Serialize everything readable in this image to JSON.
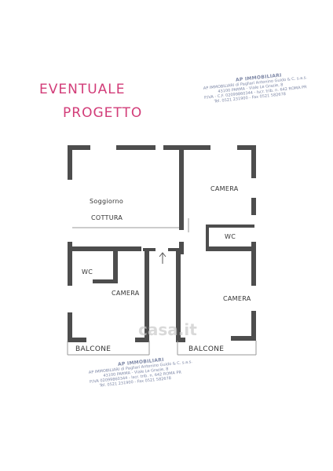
{
  "title": {
    "line1": "EVENTUALE",
    "line2": "PROGETTO",
    "color": "#d23c78"
  },
  "stamp_top": {
    "brand": "AP IMMOBILIARI",
    "line1": "AP IMMOBILIARI di Pagliari Antonino Guido & C. s.a.s.",
    "line2": "43100 PARMA - Viale Le Grazie, 8",
    "line3": "P.IVA - C.F. 02099860344 - Iscr. trib. n. 642 ROMA PR",
    "line4": "Tel. 0521 231900 - Fax 0521 582678"
  },
  "stamp_bottom": {
    "brand": "AP IMMOBILIARI",
    "line1": "AP IMMOBILIARI di Pagliari Antonino Guido & C. s.a.s.",
    "line2": "43100 PARMA - Viale Le Grazie, 8",
    "line3": "P.IVA 02099860344 - Iscr. trib. n. 642 ROMA PR",
    "line4": "Tel. 0521 231900 - Fax 0521 582678"
  },
  "rooms": {
    "soggiorno": "Soggiorno",
    "cottura": "COTTURA",
    "camera_top_right": "CAMERA",
    "wc_right": "WC",
    "wc_left": "WC",
    "camera_bottom_left": "CAMERA",
    "camera_bottom_right": "CAMERA",
    "balcone_left": "BALCONE",
    "balcone_right": "BALCONE"
  },
  "watermark": "casa.it",
  "colors": {
    "wall": "#4d4d4d",
    "stamp": "#7d87a6",
    "watermark": "#c9c9c9"
  }
}
